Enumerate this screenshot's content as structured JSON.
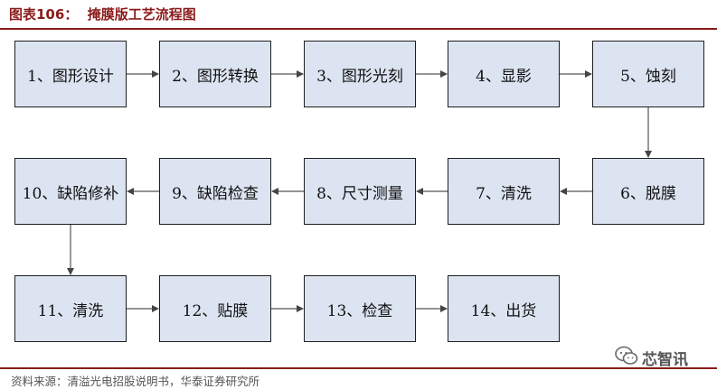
{
  "title": "图表106：  掩膜版工艺流程图",
  "source": "资料来源：清溢光电招股说明书，华泰证券研究所",
  "watermark": {
    "icon": "wechat-icon",
    "text": "芯智讯"
  },
  "colors": {
    "accent": "#8b1a1a",
    "node_fill": "#dce4f1",
    "node_border": "#1e1e1e"
  },
  "steps": [
    "1、图形设计",
    "2、图形转换",
    "3、图形光刻",
    "4、显影",
    "5、蚀刻",
    "6、脱膜",
    "7、清洗",
    "8、尺寸测量",
    "9、缺陷检查",
    "10、缺陷修补",
    "11、清洗",
    "12、贴膜",
    "13、检查",
    "14、出货"
  ]
}
